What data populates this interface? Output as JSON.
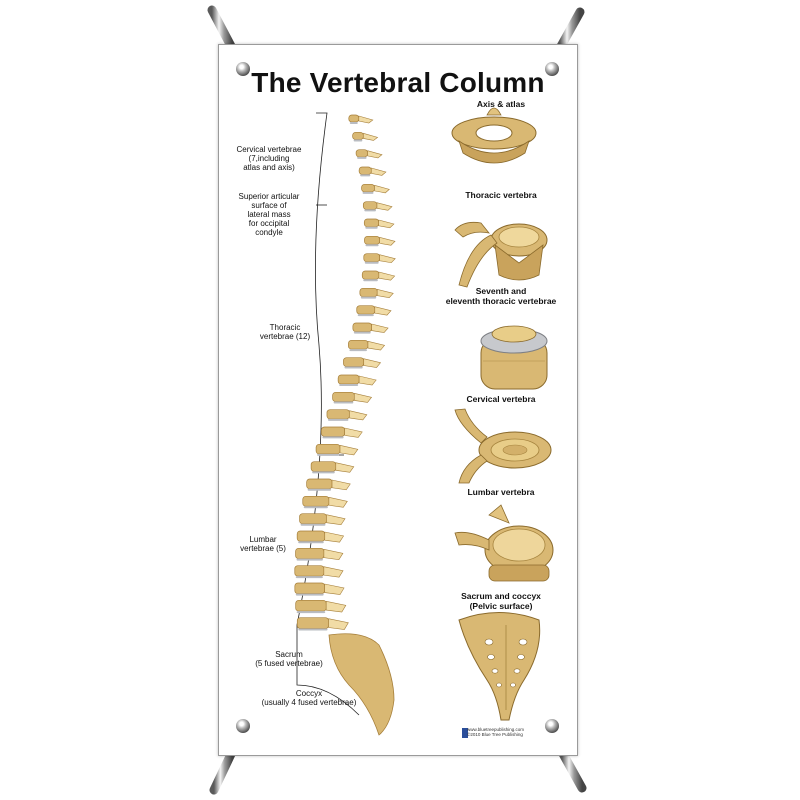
{
  "poster": {
    "title": "The Vertebral Column",
    "left_labels": {
      "cervical": [
        "Cervical vertebrae",
        "(7,including",
        "atlas and axis)"
      ],
      "superior": [
        "Superior articular",
        "surface of",
        "lateral mass",
        "for occipital",
        "condyle"
      ],
      "thoracic": [
        "Thoracic",
        "vertebrae (12)"
      ],
      "lumbar": [
        "Lumbar",
        "vertebrae (5)"
      ],
      "sacrum": [
        "Sacrum",
        "(5 fused vertebrae)"
      ],
      "coccyx": [
        "Coccyx",
        "(usually 4 fused vertebrae)"
      ]
    },
    "right_labels": {
      "axis_atlas": "Axis & atlas",
      "thoracic_vertebra": "Thoracic vertebra",
      "seventh_eleventh": [
        "Seventh and",
        "eleventh thoracic vertebrae"
      ],
      "cervical_vertebra": "Cervical vertebra",
      "lumbar_vertebra": "Lumbar vertebra",
      "sacrum_coccyx": [
        "Sacrum and coccyx",
        "(Pelvic surface)"
      ]
    },
    "footer": [
      "www.bluetreepublishing.com",
      "©2010 Blue Tree Publishing"
    ]
  },
  "colors": {
    "bone": "#d9b873",
    "bone_dark": "#a67f3a",
    "bone_light": "#f1dca6",
    "disc": "#b9bcc2"
  }
}
